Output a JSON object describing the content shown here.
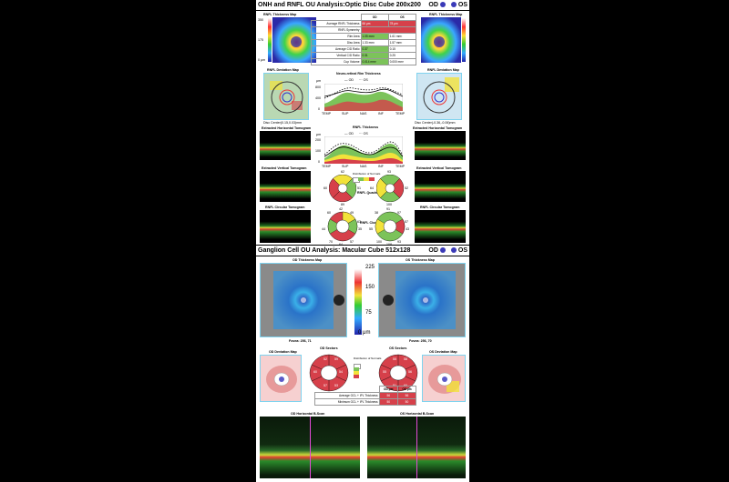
{
  "onh": {
    "title": "ONH and RNFL OU Analysis:Optic Disc Cube 200x200",
    "od": "OD",
    "os": "OS",
    "od_thickness_map": "RNFL Thickness Map",
    "os_thickness_map": "RNFL Thickness Map",
    "scale_top": "350",
    "scale_mid": "175",
    "scale_bot": "0 μm",
    "table": {
      "hdr_od": "OD",
      "hdr_os": "OS",
      "rows": [
        {
          "label": "Average RNFL Thickness",
          "od": "66 μm",
          "os": "78 μm"
        },
        {
          "label": "RNFL Symmetry",
          "od": "",
          "os": ""
        },
        {
          "label": "Rim Area",
          "od": "1.05 mm²",
          "os": "1.61 mm²"
        },
        {
          "label": "Disc Area",
          "od": "1.33 mm²",
          "os": "1.57 mm²"
        },
        {
          "label": "Average C/D Ratio",
          "od": "0.37",
          "os": "0.15"
        },
        {
          "label": "Vertical C/D Ratio",
          "od": "0.31",
          "os": "0.25"
        },
        {
          "label": "Cup Volume",
          "od": "0.014 mm³",
          "os": "0.000 mm³"
        }
      ]
    },
    "od_deviation_map": "RNFL Deviation Map",
    "os_deviation_map": "RNFL Deviation Map",
    "od_disc_center": "Disc Center(0.15,0.03)mm",
    "os_disc_center": "Disc Center(-0.36,-0.06)mm",
    "nrr_title": "Neuro-retinal Rim Thickness",
    "rnfl_title": "RNFL Thickness",
    "legend_od": "OD",
    "legend_os": "OS",
    "unit_um": "μm",
    "nrr_y": [
      "800",
      "400",
      "0"
    ],
    "rnfl_y": [
      "200",
      "100",
      "0"
    ],
    "x_axis": [
      "TEMP",
      "SUP",
      "NAS",
      "INF",
      "TEMP"
    ],
    "od_h_tomo": "Extracted Horizontal Tomogram",
    "os_h_tomo": "Extracted Horizontal Tomogram",
    "od_v_tomo": "Extracted Vertical Tomogram",
    "os_v_tomo": "Extracted Vertical Tomogram",
    "od_c_tomo": "RNFL Circular Tomogram",
    "os_c_tomo": "RNFL Circular Tomogram",
    "quadrants_label": "RNFL Quadrants",
    "clock_label": "RNFL Clock Hours",
    "quad_legend": "Distribution of Normals",
    "quad_od": {
      "sup": "62",
      "nas": "51",
      "inf": "89",
      "temp": "60"
    },
    "quad_os": {
      "sup": "93",
      "nas": "52",
      "inf": "100",
      "temp": "64"
    },
    "clock_od": [
      "42",
      "49",
      "63",
      "35",
      "48",
      "57",
      "64",
      "70",
      "55",
      "44",
      "51",
      "60"
    ],
    "clock_os": [
      "91",
      "97",
      "57",
      "43",
      "59",
      "93",
      "108",
      "100",
      "70",
      "55",
      "41",
      "38"
    ]
  },
  "gcl": {
    "title": "Ganglion Cell OU Analysis: Macular Cube 512x128",
    "od": "OD",
    "os": "OS",
    "od_thickness_map": "OD Thickness Map",
    "os_thickness_map": "OS Thickness Map",
    "scale": [
      "225",
      "150",
      "75",
      "0 μm"
    ],
    "od_fovea": "Fovea: 256, 71",
    "os_fovea": "Fovea: 256, 70",
    "od_deviation_map": "OD Deviation Map",
    "os_deviation_map": "OS Deviation Map",
    "od_sectors": "OD Sectors",
    "os_sectors": "OS Sectors",
    "od_sector_vals": [
      "52",
      "59",
      "54",
      "53",
      "57",
      "60"
    ],
    "os_sector_vals": [
      "55",
      "58",
      "56",
      "60",
      "51",
      "55"
    ],
    "legend": "Distribution of Normals",
    "table": {
      "hdr_od": "OD μm",
      "hdr_os": "OS μm",
      "rows": [
        {
          "label": "Average GCL + IPL Thickness",
          "od": "56",
          "os": "56"
        },
        {
          "label": "Minimum GCL + IPL Thickness",
          "od": "50",
          "os": "50"
        }
      ]
    },
    "od_bscan": "OD Horizontal B-Scan",
    "os_bscan": "OS Horizontal B-Scan"
  },
  "colors": {
    "normal": "#7cc35a",
    "borderline": "#f2e23a",
    "outside": "#d6404a",
    "accent": "#3a3ab8"
  }
}
